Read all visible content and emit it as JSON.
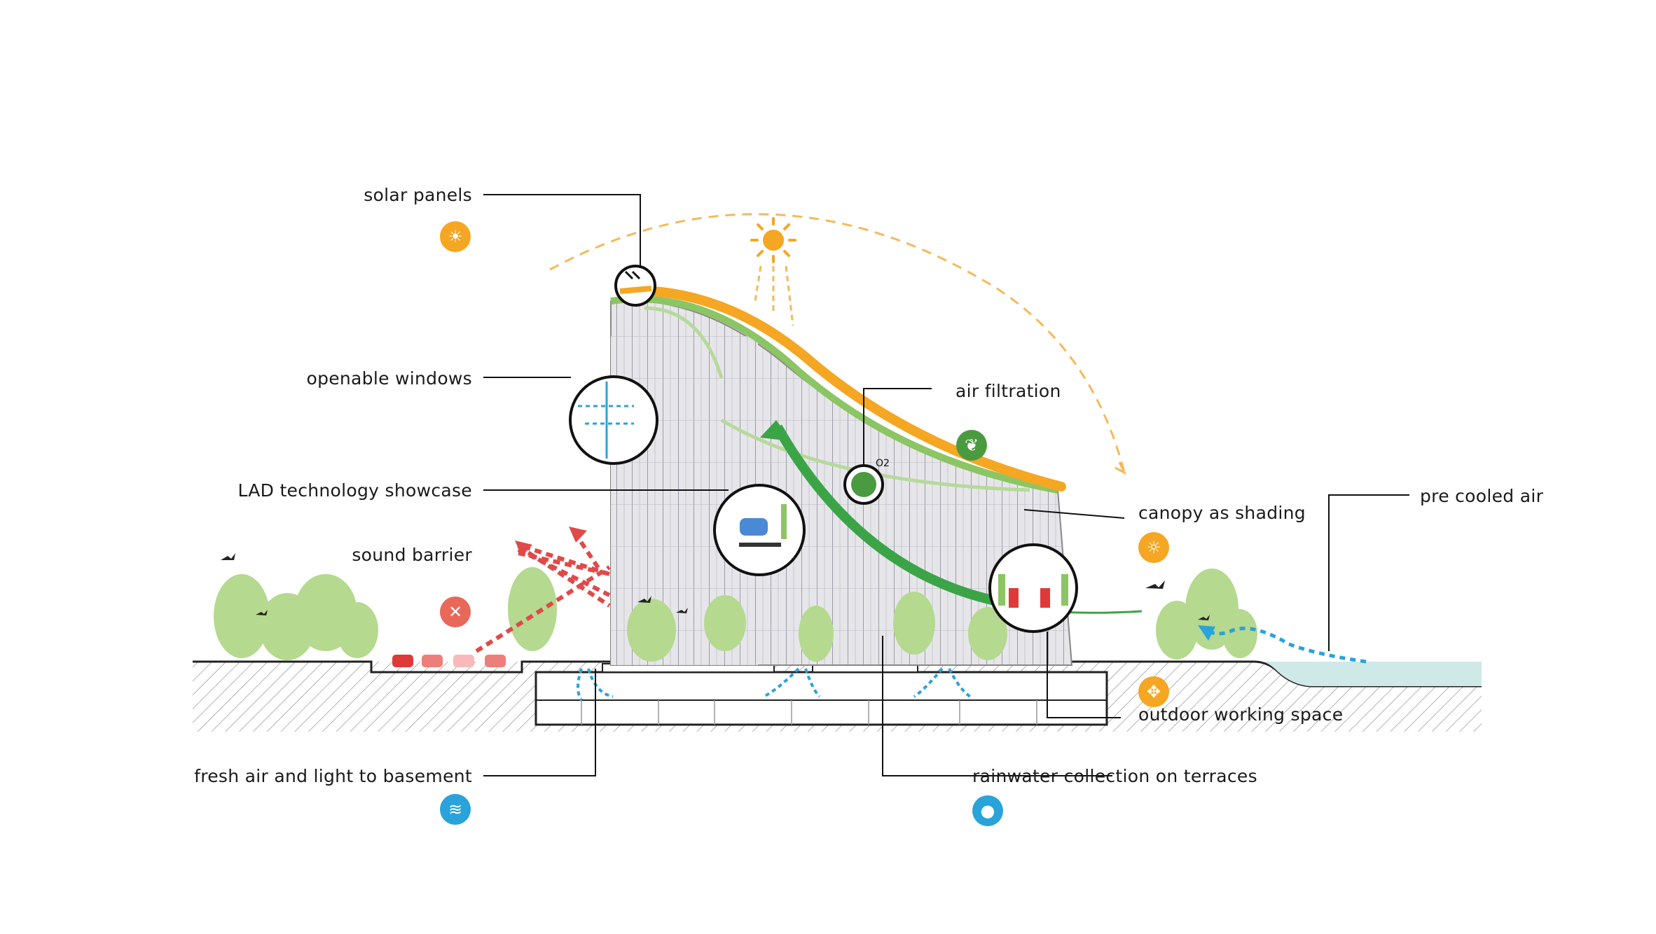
{
  "labels": {
    "solar_panels": "solar panels",
    "openable_windows": "openable windows",
    "lad_showcase": "LAD technology showcase",
    "sound_barrier": "sound barrier",
    "fresh_air_basement": "fresh air and light to basement",
    "air_filtration": "air filtration",
    "canopy_shading": "canopy as shading",
    "pre_cooled_air": "pre cooled air",
    "outdoor_working": "outdoor working space",
    "rainwater": "rainwater collection on terraces",
    "o2": "O2"
  },
  "icons": {
    "solar_panels": "solar-icon",
    "sound_barrier": "no-sound-icon",
    "fresh_air_basement": "wind-icon",
    "air_filtration": "leaf-icon",
    "canopy_shading": "sun-canopy-icon",
    "outdoor_working": "arrows-icon",
    "rainwater": "water-drop-icon"
  },
  "colors": {
    "solar": "#f5a623",
    "sound": "#e8685a",
    "fresh_air": "#29a3d9",
    "filtration": "#4a9a3f",
    "canopy": "#f5a623",
    "outdoor": "#f5a623",
    "rain": "#29a3d9",
    "green_arrow": "#3ba447",
    "red_arrow": "#e0494a",
    "water": "#cfe8e8"
  }
}
